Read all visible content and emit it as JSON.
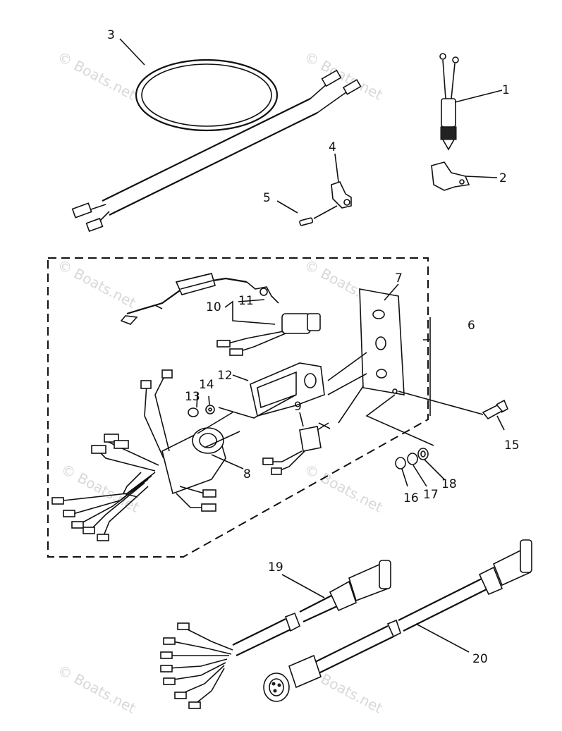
{
  "watermark": "© Boats.net",
  "callouts": {
    "c1": "1",
    "c2": "2",
    "c3": "3",
    "c4": "4",
    "c5": "5",
    "c6": "6",
    "c7": "7",
    "c8": "8",
    "c9": "9",
    "c10": "10",
    "c11": "11",
    "c12": "12",
    "c13": "13",
    "c14": "14",
    "c15": "15",
    "c16": "16",
    "c17": "17",
    "c18": "18",
    "c19": "19",
    "c20": "20"
  }
}
